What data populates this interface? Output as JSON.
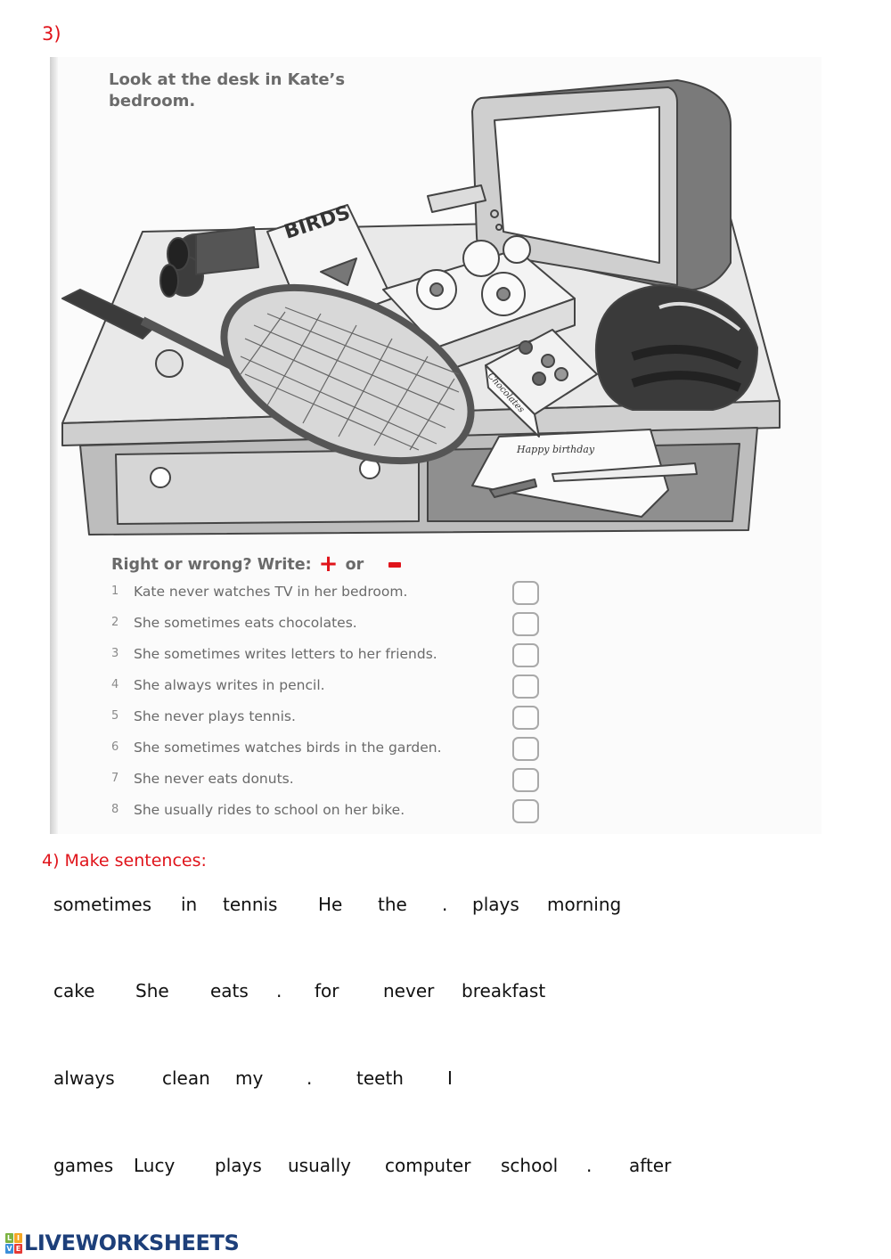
{
  "section3": {
    "number": "3)",
    "intro": "Look at the desk in Kate’s bedroom.",
    "illustration": {
      "objects": [
        "television",
        "tv remote",
        "binoculars",
        "BIRDS book",
        "donuts box",
        "tennis racket",
        "tennis balls",
        "chocolates box",
        "bike helmet",
        "letter note",
        "pencil",
        "pen",
        "desk with drawer"
      ],
      "book_title": "BIRDS",
      "chocolates_label": "Chocolates",
      "note_text": "Happy birthday"
    },
    "instruction": {
      "prefix": "Right or wrong? Write:",
      "plus": "+",
      "or": "or",
      "minus": "-"
    },
    "statements": [
      {
        "num": "1",
        "text": "Kate never watches TV in her bedroom.",
        "answer": ""
      },
      {
        "num": "2",
        "text": "She sometimes eats chocolates.",
        "answer": ""
      },
      {
        "num": "3",
        "text": "She sometimes writes letters to her friends.",
        "answer": ""
      },
      {
        "num": "4",
        "text": "She always writes in pencil.",
        "answer": ""
      },
      {
        "num": "5",
        "text": "She never plays tennis.",
        "answer": ""
      },
      {
        "num": "6",
        "text": "She sometimes watches birds in the garden.",
        "answer": ""
      },
      {
        "num": "7",
        "text": "She never eats donuts.",
        "answer": ""
      },
      {
        "num": "8",
        "text": "She usually rides to school on her bike.",
        "answer": ""
      }
    ]
  },
  "section4": {
    "title": "4) Make sentences:",
    "rows": [
      {
        "words": [
          "sometimes",
          "in",
          "tennis",
          "He",
          "the",
          ".",
          "plays",
          "morning"
        ]
      },
      {
        "words": [
          "cake",
          "She",
          "eats",
          ".",
          "for",
          "never",
          "breakfast"
        ]
      },
      {
        "words": [
          "always",
          "clean",
          "my",
          ".",
          "teeth",
          "I"
        ]
      },
      {
        "words": [
          "games",
          "Lucy",
          "plays",
          "usually",
          "computer",
          "school",
          ".",
          "after"
        ]
      }
    ]
  },
  "footer": {
    "logo_letters": [
      "L",
      "I",
      "V",
      "E"
    ],
    "logo_text": "LIVEWORKSHEETS"
  },
  "colors": {
    "accent_red": "#e0141b",
    "logo_blue": "#1d3f7a",
    "scan_text_grey": "#6a6a6a"
  }
}
